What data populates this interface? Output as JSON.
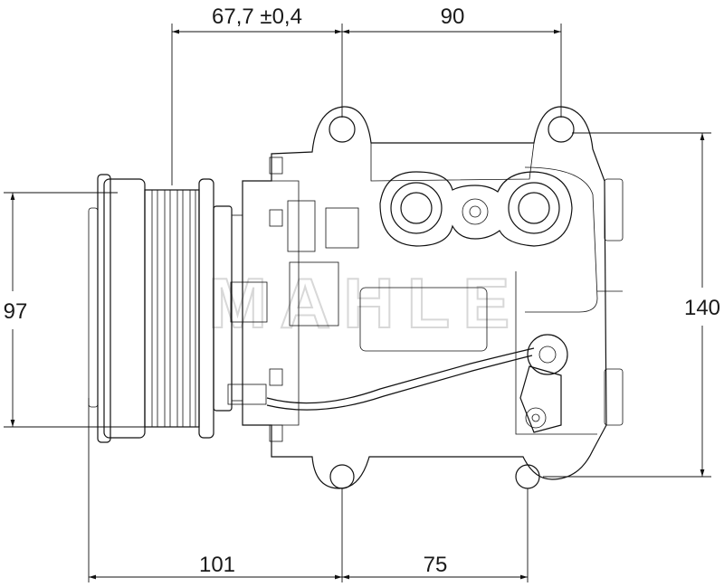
{
  "dimensions": {
    "top_left": "67,7 ±0,4",
    "top_right": "90",
    "left": "97",
    "right": "140",
    "bottom_left": "101",
    "bottom_right": "75"
  },
  "watermark": "MAHLE",
  "colors": {
    "line": "#111111",
    "watermark": "#d8d8d8"
  }
}
